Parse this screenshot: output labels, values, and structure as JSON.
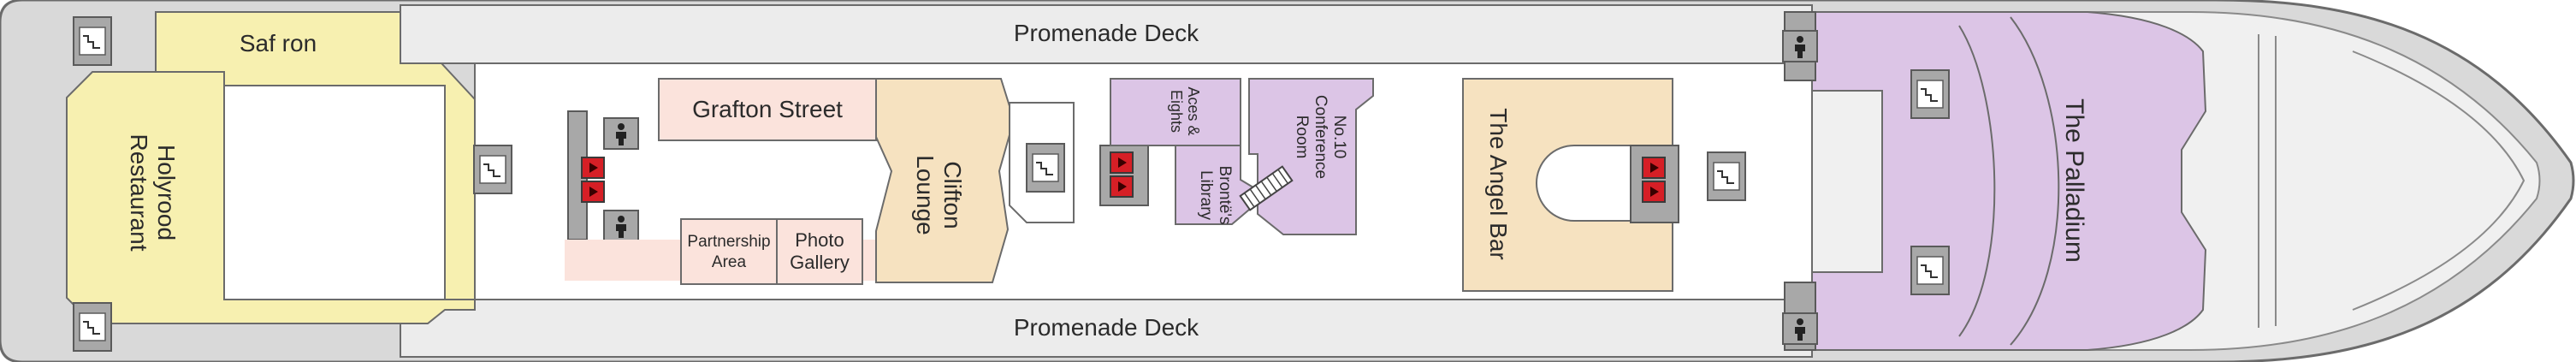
{
  "decks": {
    "top": "Promenade Deck",
    "bottom": "Promenade Deck"
  },
  "venues": {
    "saffron": "Saf ron",
    "holyrood_line1": "Holyrood",
    "holyrood_line2": "Restaurant",
    "grafton": "Grafton Street",
    "clifton_line1": "Clifton",
    "clifton_line2": "Lounge",
    "partnership_line1": "Partnership",
    "partnership_line2": "Area",
    "photo_line1": "Photo",
    "photo_line2": "Gallery",
    "aces_line1": "Aces &",
    "aces_line2": "Eights",
    "brontes_line1": "Brontë's",
    "brontes_line2": "Library",
    "conference_line1": "No.10",
    "conference_line2": "Conference",
    "conference_line3": "Room",
    "angel_bar": "The Angel Bar",
    "palladium": "The Palladium"
  },
  "icons": {
    "stairs": "stairs-icon",
    "lift": "lift-icon",
    "restroom": "restroom-icon",
    "accessible_restroom": "accessible-restroom-icon"
  },
  "colors": {
    "hull": "#d9d9d9",
    "deck": "#ececec",
    "outline": "#6b6b6b",
    "yellow": "#f7f0b0",
    "pink": "#fbe3dc",
    "tan": "#f6e2c0",
    "lilac": "#dcc5e6",
    "red": "#d61f26"
  }
}
